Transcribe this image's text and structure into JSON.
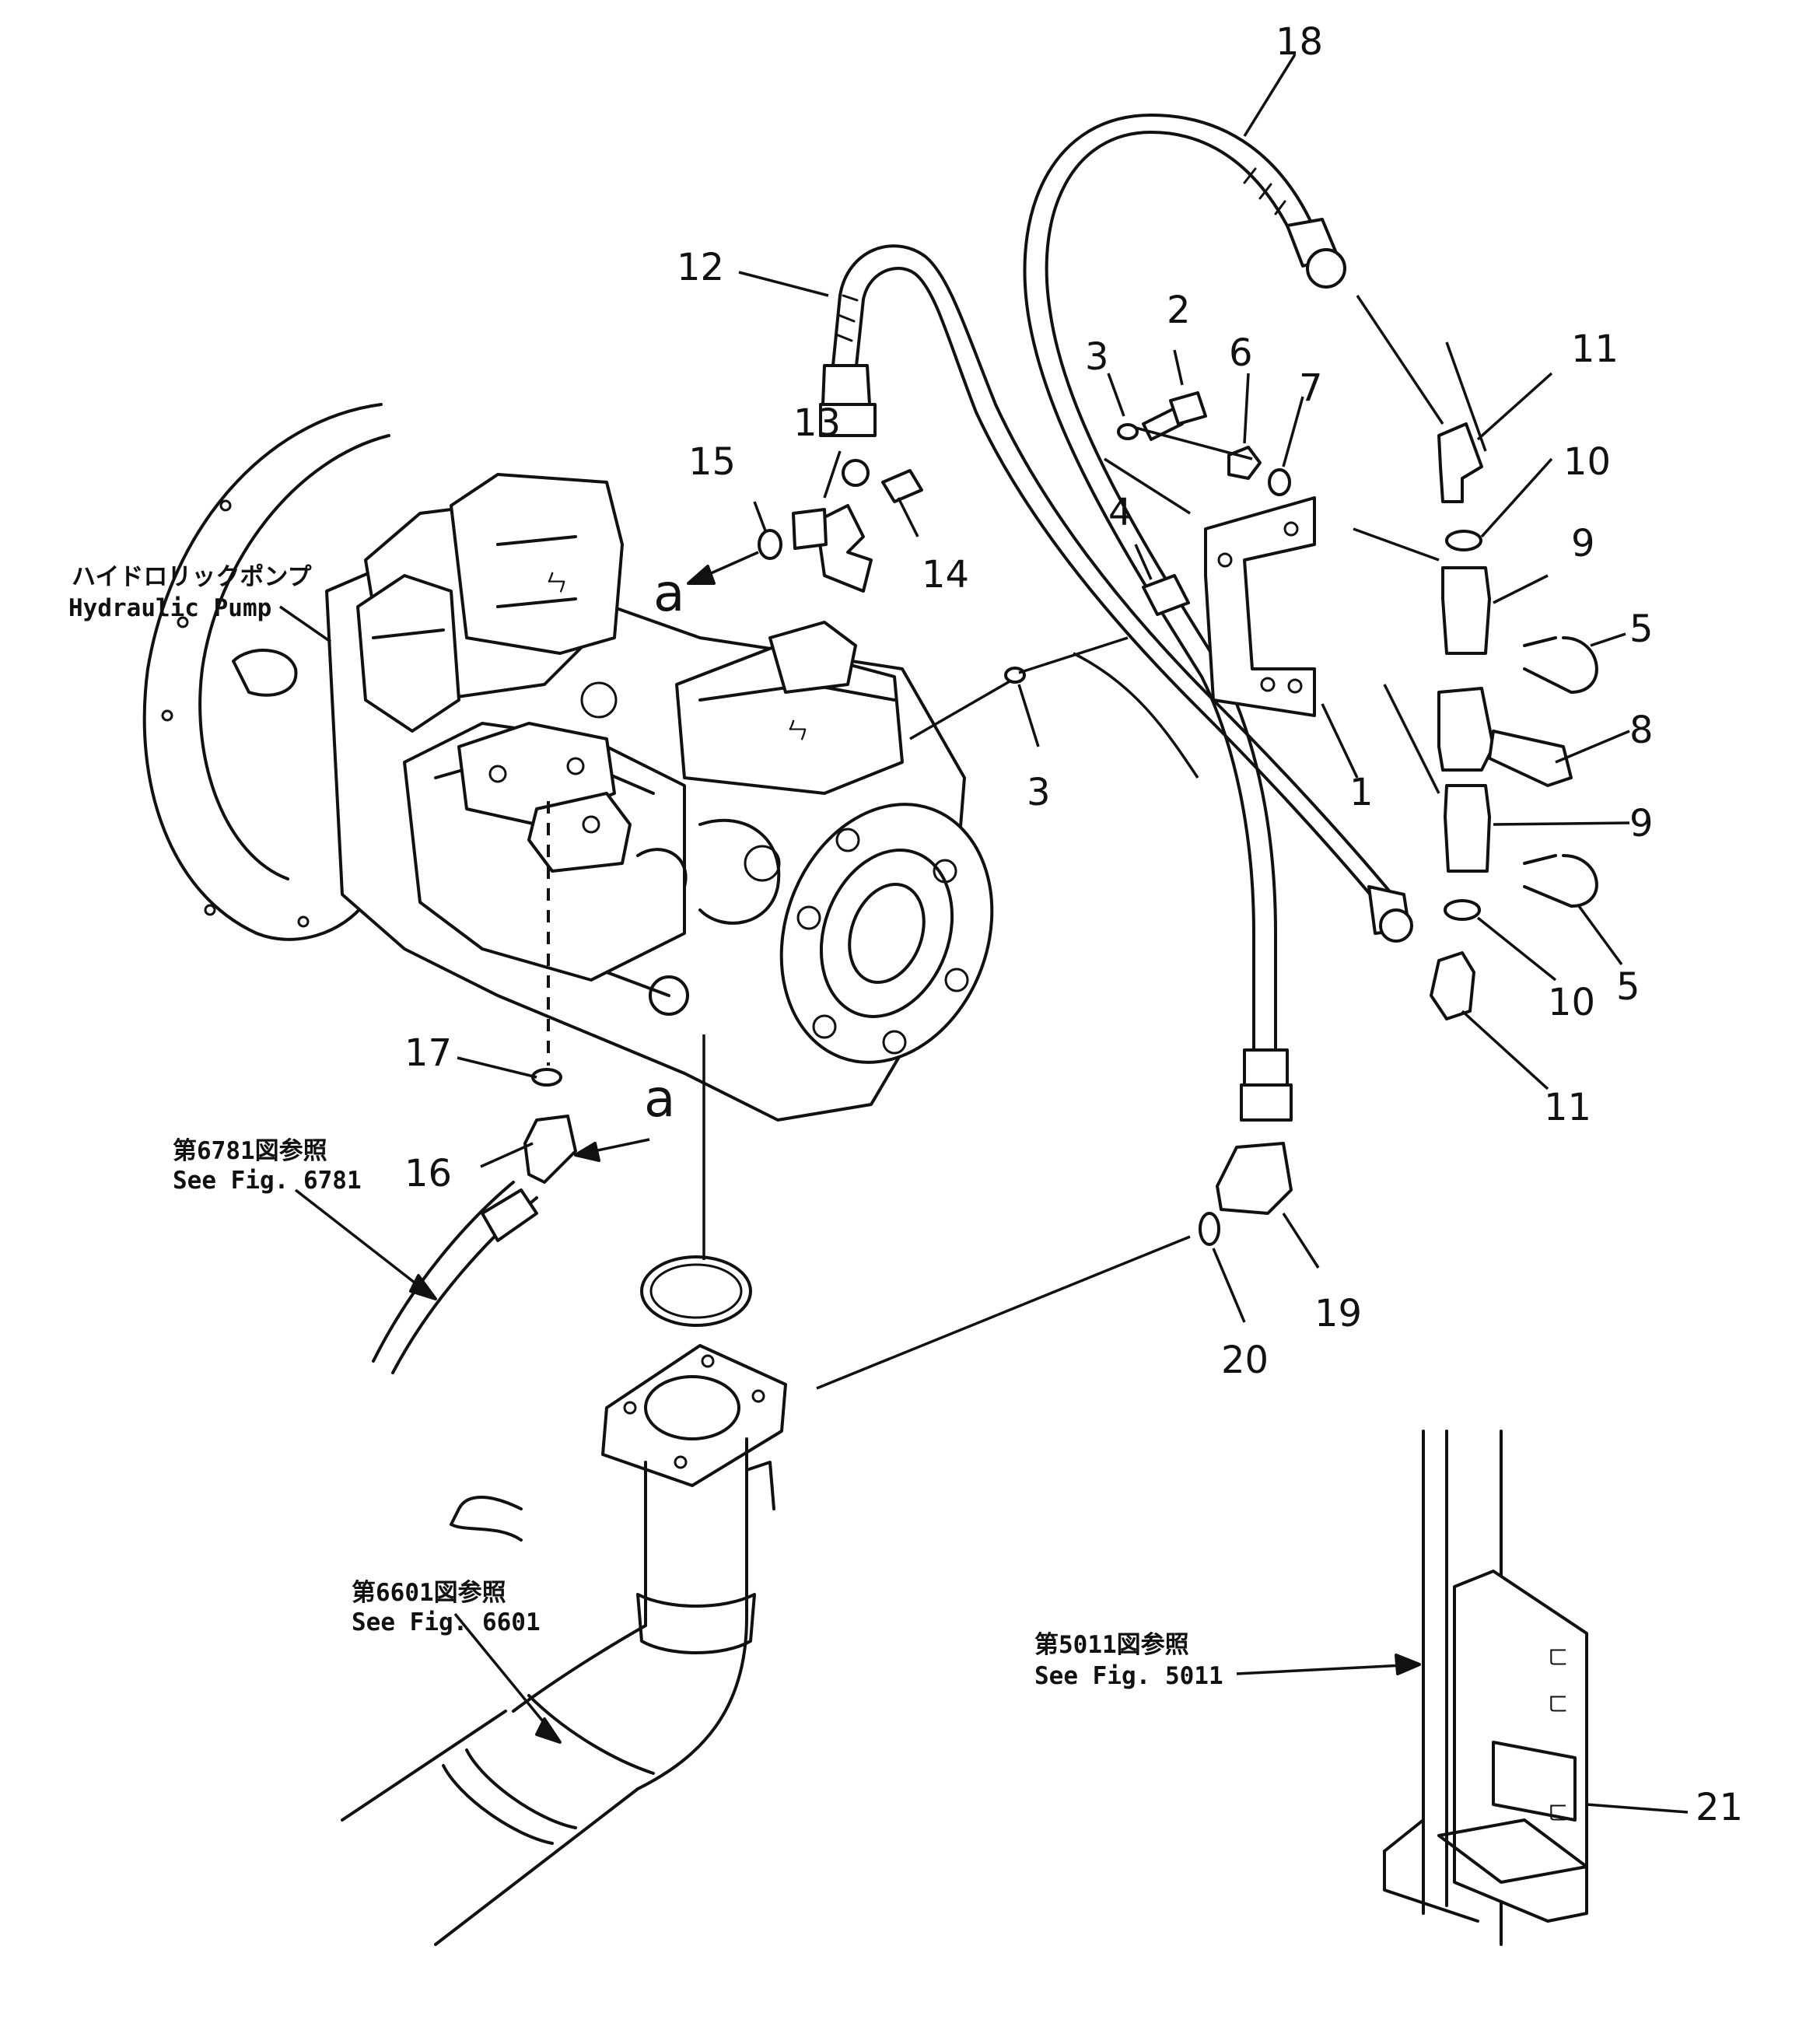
{
  "labels": {
    "pump_jp": "ハイドロリックポンプ",
    "pump_en": "Hydraulic  Pump",
    "ref_6781_jp": "第6781図参照",
    "ref_6781_en": "See  Fig.  6781",
    "ref_6601_jp": "第6601図参照",
    "ref_6601_en": "See  Fig.  6601",
    "ref_5011_jp": "第5011図参照",
    "ref_5011_en": "See  Fig.  5011",
    "view_a": "a"
  },
  "callouts": {
    "n1": "1",
    "n2": "2",
    "n3_top": "3",
    "n3_mid": "3",
    "n4": "4",
    "n5_top": "5",
    "n5_bot": "5",
    "n6": "6",
    "n7": "7",
    "n8": "8",
    "n9_top": "9",
    "n9_bot": "9",
    "n10_top": "10",
    "n10_bot": "10",
    "n11_top": "11",
    "n11_bot": "11",
    "n12": "12",
    "n13": "13",
    "n14": "14",
    "n15": "15",
    "n16": "16",
    "n17": "17",
    "n18": "18",
    "n19": "19",
    "n20": "20",
    "n21": "21"
  }
}
